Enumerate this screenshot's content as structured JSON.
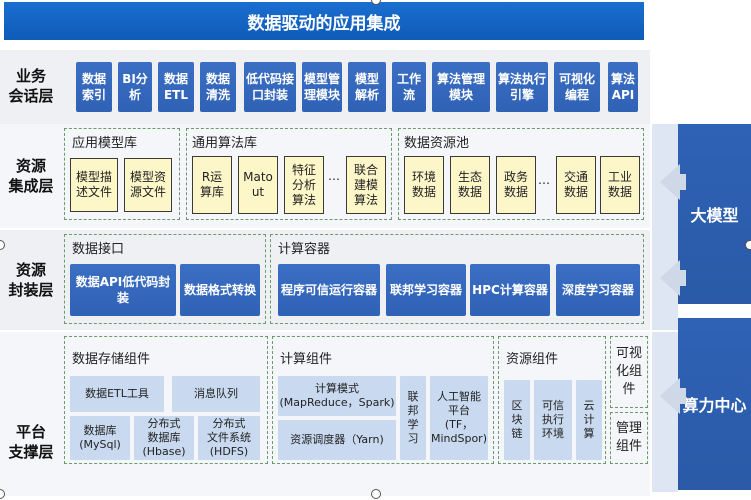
{
  "title": "数据驱动的应用集成",
  "rows": {
    "business": "业务\n会话层",
    "integration": "资源\n集成层",
    "encapsulation": "资源\n封装层",
    "platform": "平台\n支撑层"
  },
  "business_items": [
    "数据\n索引",
    "BI分\n析",
    "数据\nETL",
    "数据\n清洗",
    "低代码接\n口封装",
    "模型管\n理模块",
    "模型\n解析",
    "工作\n流",
    "算法管理\n模块",
    "算法执行\n引擎",
    "可视化\n编程",
    "算法\nAPI"
  ],
  "integration": {
    "model_lib": {
      "title": "应用模型库",
      "items": [
        "模型描\n述文件",
        "模型资\n源文件"
      ]
    },
    "algo_lib": {
      "title": "通用算法库",
      "items": [
        "R运\n算库",
        "Mato\nut",
        "特征\n分析\n算法",
        "…",
        "联合\n建模\n算法"
      ]
    },
    "data_pool": {
      "title": "数据资源池",
      "items": [
        "环境\n数据",
        "生态\n数据",
        "政务\n数据",
        "…",
        "交通\n数据",
        "工业\n数据"
      ]
    }
  },
  "encapsulation": {
    "data_if": {
      "title": "数据接口",
      "items": [
        "数据API低代码封装",
        "数据格式转换"
      ]
    },
    "compute": {
      "title": "计算容器",
      "items": [
        "程序可信运行容器",
        "联邦学习容器",
        "HPC计算容器",
        "深度学习容器"
      ]
    }
  },
  "platform": {
    "storage": {
      "title": "数据存储组件",
      "items": [
        "数据ETL工具",
        "消息队列",
        "数据库\n(MySql)",
        "分布式\n数据库\n(Hbase)",
        "分布式\n文件系统\n(HDFS)"
      ]
    },
    "compute": {
      "title": "计算组件",
      "items": [
        "计算模式\n(MapReduce，Spark)",
        "资源调度器（Yarn)",
        "联\n邦\n学\n习",
        "人工智能\n平台\n(TF，\nMindSpor)"
      ]
    },
    "resource": {
      "title": "资源组件",
      "items": [
        "区\n块\n链",
        "可信\n执行\n环境",
        "云\n计\n算"
      ]
    },
    "visual": "可视\n化组\n件",
    "manage": "管理\n组件"
  },
  "side": {
    "big_model": "大模型",
    "compute_center": "算力中心"
  },
  "colors": {
    "title_blue": "#1565c0",
    "box_blue": "#2f62b5",
    "yellow": "#fdf6c8",
    "light_blue": "#c9d9ef",
    "dash_green": "#6a9b6a",
    "row_bg": "#eef0f4"
  }
}
